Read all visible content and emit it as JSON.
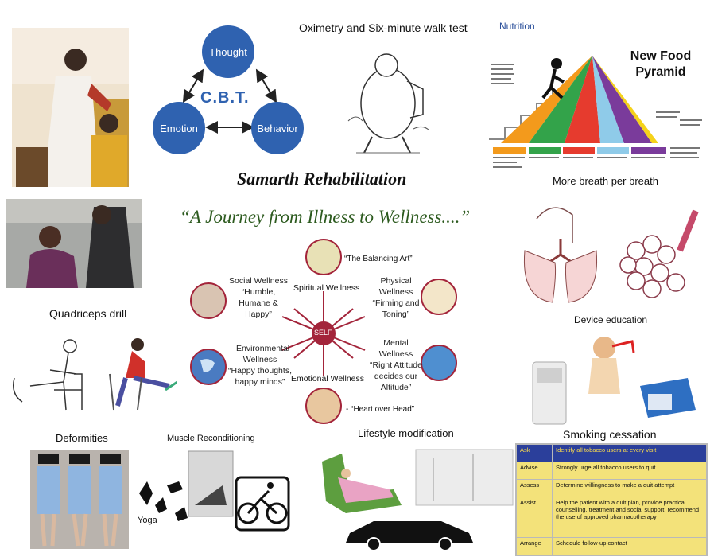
{
  "main_title": "Samarth Rehabilitation",
  "tagline": "“A Journey from Illness to Wellness....”",
  "cbt": {
    "center": "C.B.T.",
    "thought": "Thought",
    "emotion": "Emotion",
    "behavior": "Behavior"
  },
  "sections": {
    "oximetry": "Oximetry and Six-minute walk test",
    "nutrition": "Nutrition",
    "food_pyramid": "New Food Pyramid",
    "more_breath": "More breath per breath",
    "quadriceps": "Quadriceps drill",
    "device_education": "Device education",
    "deformities": "Deformities",
    "muscle": "Muscle Reconditioning",
    "yoga": "Yoga",
    "lifestyle": "Lifestyle modification",
    "smoking": "Smoking cessation"
  },
  "wellness": {
    "self": "SELF",
    "spiritual": "Spiritual Wellness",
    "spiritual_quote": "“The Balancing Art”",
    "social": "Social Wellness",
    "social_quote": "“Humble, Humane & Happy”",
    "physical": "Physical Wellness",
    "physical_quote": "“Firming and Toning”",
    "environmental": "Environmental Wellness",
    "environmental_quote": "“Happy thoughts, happy minds”",
    "mental": "Mental Wellness",
    "mental_quote": "“Right Attitude decides our Altitude”",
    "emotional": "Emotional Wellness",
    "emotional_quote": "- “Heart over Head”"
  },
  "smoking_table": [
    {
      "step": "Ask",
      "text": "Identify all tobacco users at every visit"
    },
    {
      "step": "Advise",
      "text": "Strongly urge all tobacco users to quit"
    },
    {
      "step": "Assess",
      "text": "Determine willingness to make a quit attempt"
    },
    {
      "step": "Assist",
      "text": "Help the patient with a quit plan, provide practical counselling, treatment and social support, recommend the use of approved pharmacotherapy"
    },
    {
      "step": "Arrange",
      "text": "Schedule follow-up contact"
    }
  ],
  "colors": {
    "cbt_blue": "#2f62b0",
    "tagline_green": "#2c5a1e",
    "self_red": "#a3243a",
    "nutrition_blue": "#2a4f9a",
    "table_yellow": "#f3e27a",
    "table_header_blue": "#2b3f9b"
  }
}
